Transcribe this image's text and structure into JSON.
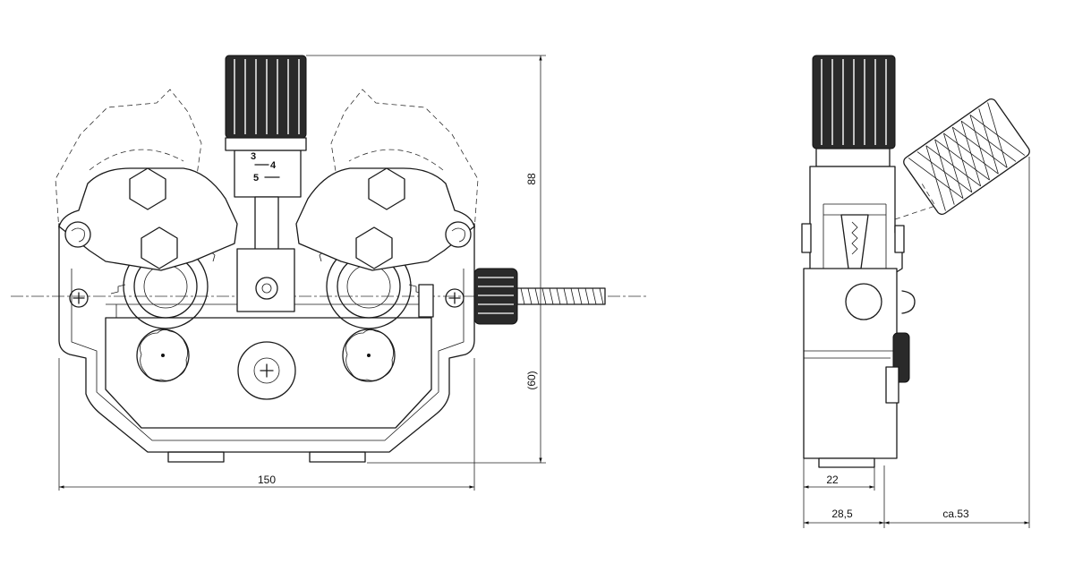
{
  "dimensions": {
    "front_width": "150",
    "front_height": "88",
    "front_lower_height": "(60)",
    "side_base_width": "22",
    "side_depth": "28,5",
    "side_knob_reach": "ca.53"
  },
  "scale_marks": {
    "mark_3": "3",
    "mark_4": "4",
    "mark_5": "5"
  }
}
